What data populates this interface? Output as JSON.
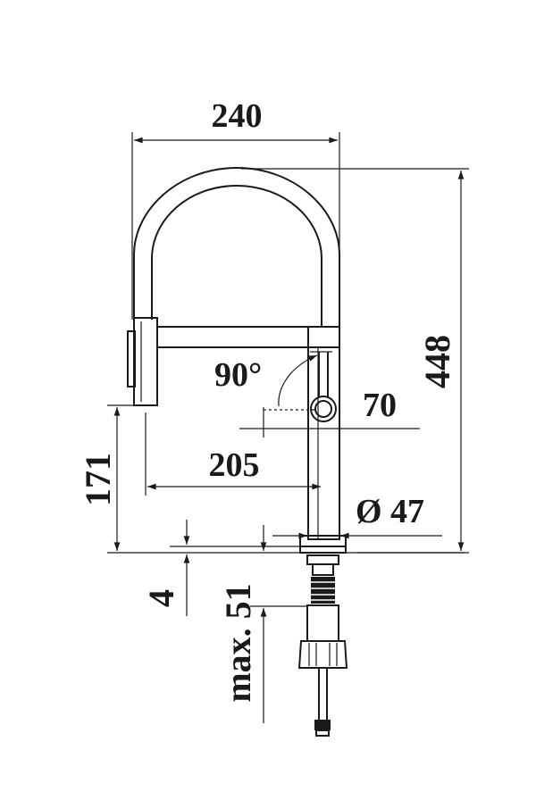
{
  "dimensions": {
    "width_top": "240",
    "height_total": "448",
    "handle_angle": "90°",
    "handle_offset": "70",
    "spout_reach": "205",
    "spout_height": "171",
    "base_diameter": "Ø 47",
    "deck_thickness": "4",
    "max_counter_thickness": "max. 51"
  },
  "colors": {
    "line": "#1a1a1a",
    "background": "#ffffff"
  }
}
